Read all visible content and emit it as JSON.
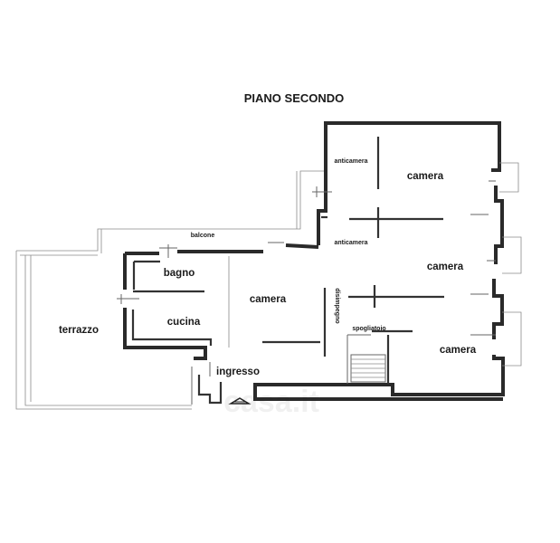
{
  "title": "PIANO SECONDO",
  "rooms": {
    "anticamera_top": "anticamera",
    "camera_top": "camera",
    "anticamera_mid": "anticamera",
    "camera_right_mid": "camera",
    "balcone": "balcone",
    "bagno": "bagno",
    "camera_center": "camera",
    "disimpegno": "disimpegno",
    "terrazzo": "terrazzo",
    "cucina": "cucina",
    "spogliatoio": "spogliatoio",
    "camera_bottom": "camera",
    "ingresso": "ingresso"
  },
  "watermark": "casa.it"
}
